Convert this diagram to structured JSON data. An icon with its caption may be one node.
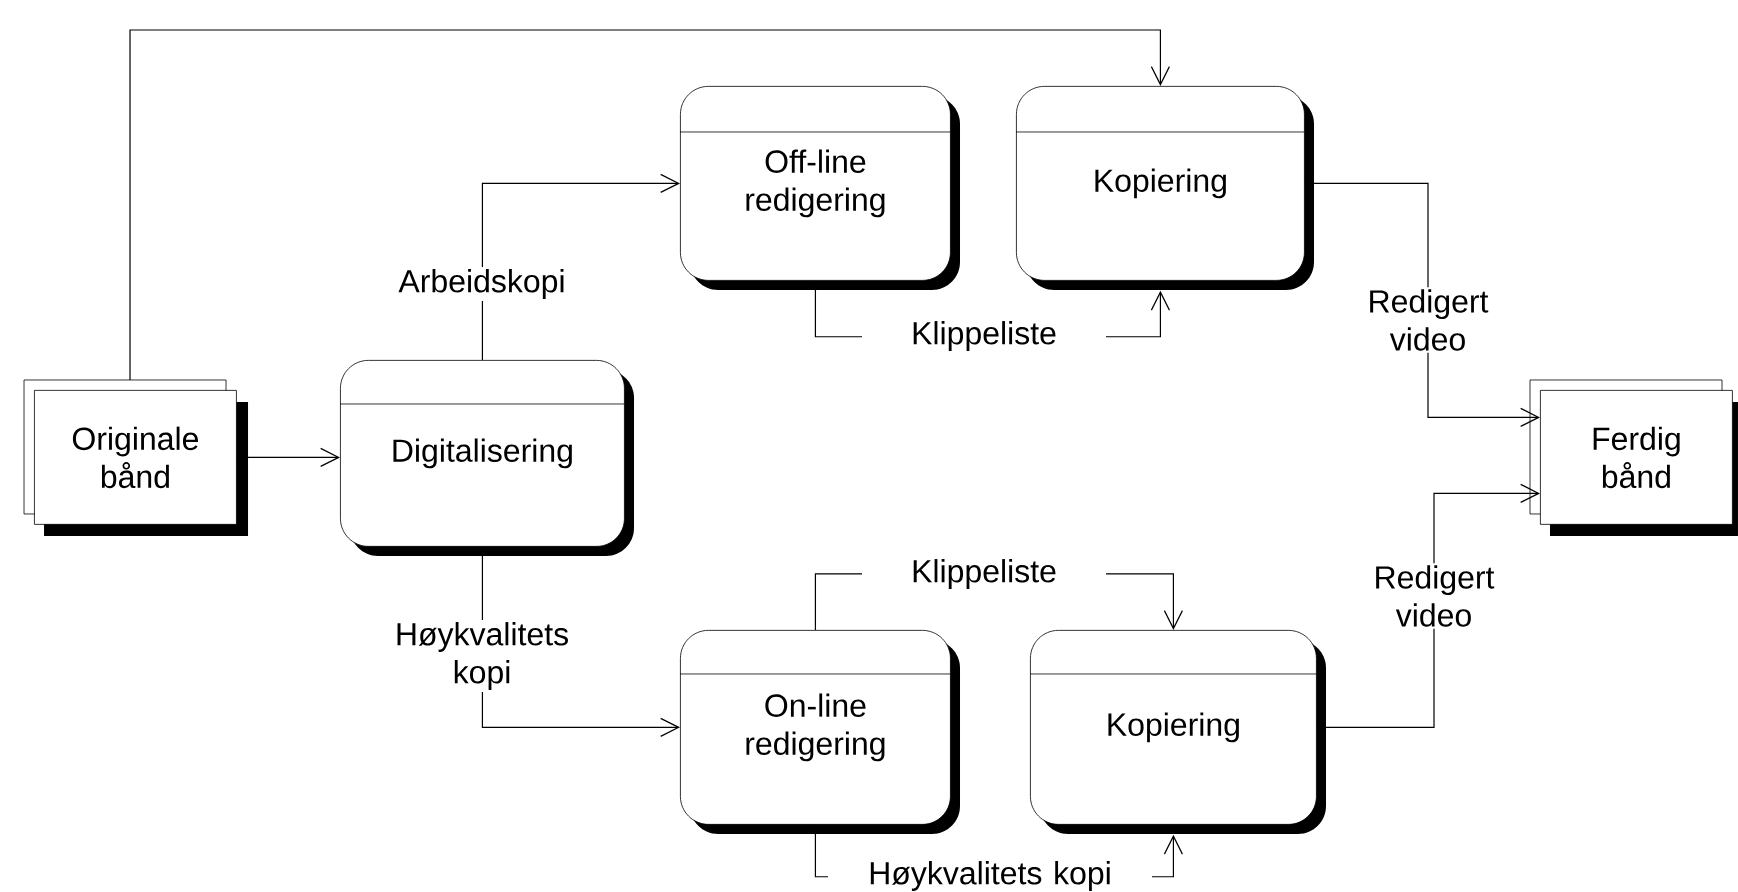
{
  "diagram": {
    "nodes": [
      {
        "text": [
          "Originale bånd"
        ]
      },
      {
        "text": [
          "Digitalisering"
        ]
      },
      {
        "text": [
          "Off-line redigering"
        ]
      },
      {
        "text": [
          "Kopiering"
        ]
      },
      {
        "text": [
          "Ferdig bånd"
        ]
      },
      {
        "text": [
          "On-line redigering"
        ]
      },
      {
        "text": [
          "Kopiering"
        ]
      }
    ],
    "edges": [
      {
        "from": 0,
        "to": 1,
        "arrow": "to"
      },
      {
        "from": 0,
        "to": 3,
        "arrow": "to"
      },
      {
        "from": 1,
        "to": 2,
        "arrow": "to",
        "label": "Arbeidskopi"
      },
      {
        "from": 2,
        "to": 3,
        "arrow": "to",
        "label": "Klippeliste"
      },
      {
        "from": 3,
        "to": 4,
        "arrow": "to",
        "label": "Redigert video"
      },
      {
        "from": 1,
        "to": 5,
        "arrow": "to",
        "label": "Høykvalitets kopi"
      },
      {
        "from": 5,
        "to": 6,
        "arrow": "to",
        "label": "Klippeliste"
      },
      {
        "from": 5,
        "to": 6,
        "arrow": "to",
        "label": "Høykvalitets kopi"
      },
      {
        "from": 6,
        "to": 4,
        "arrow": "to",
        "label": "Redigert video"
      }
    ]
  }
}
